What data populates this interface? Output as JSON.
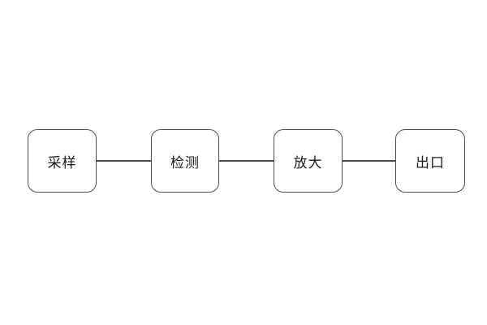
{
  "diagram": {
    "type": "flowchart",
    "orientation": "horizontal",
    "background_color": "#ffffff",
    "node_border_color": "#4d4d4d",
    "node_fill_color": "#ffffff",
    "text_color": "#1a1a1a",
    "connector_color": "#4d4d4d",
    "nodes": [
      {
        "id": "node-1",
        "label": "采样"
      },
      {
        "id": "node-2",
        "label": "检测"
      },
      {
        "id": "node-3",
        "label": "放大"
      },
      {
        "id": "node-4",
        "label": "出口"
      }
    ],
    "connections": [
      {
        "from": "采样",
        "to": "检测"
      },
      {
        "from": "检测",
        "to": "放大"
      },
      {
        "from": "放大",
        "to": "出口"
      }
    ]
  }
}
